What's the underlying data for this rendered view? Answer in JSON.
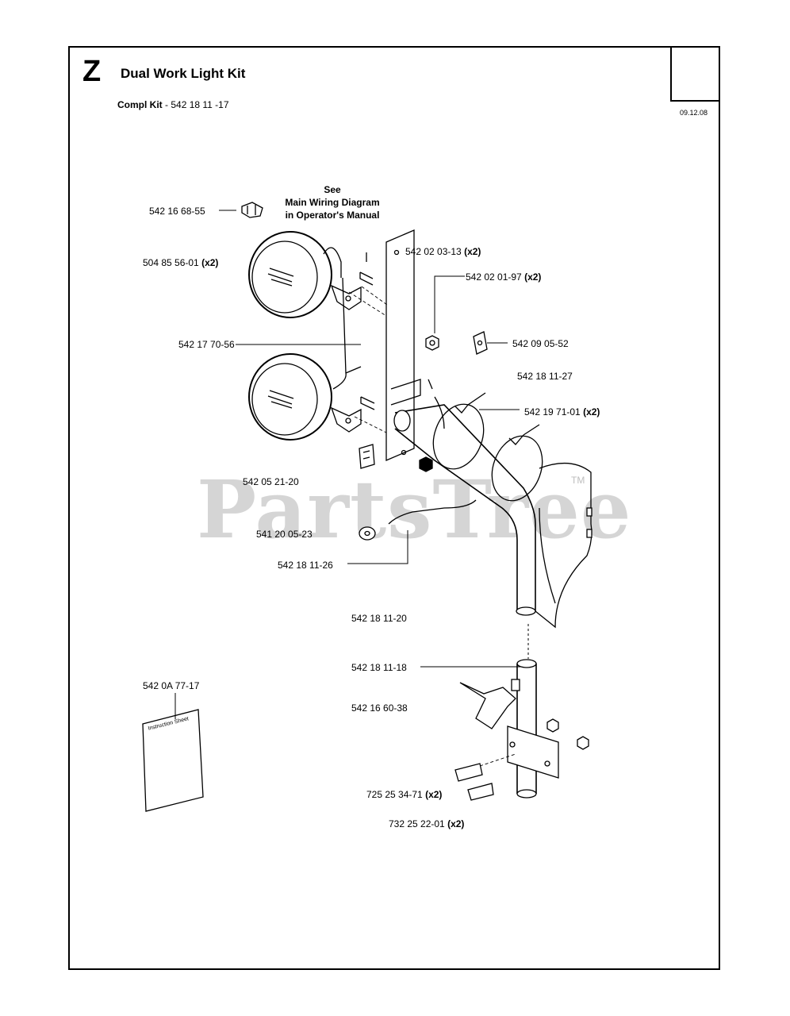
{
  "header": {
    "section_letter": "Z",
    "title": "Dual Work Light Kit",
    "compl_kit_label": "Compl Kit",
    "compl_kit_number": "- 542 18 11 -17",
    "date": "09.12.08"
  },
  "note": {
    "line1": "See",
    "line2": "Main Wiring Diagram",
    "line3": "in Operator's Manual"
  },
  "parts": [
    {
      "number": "542 16 68-55",
      "qty": ""
    },
    {
      "number": "504 85 56-01",
      "qty": "(x2)"
    },
    {
      "number": "542 02 03-13",
      "qty": "(x2)"
    },
    {
      "number": "542 02 01-97",
      "qty": "(x2)"
    },
    {
      "number": "542 17 70-56",
      "qty": ""
    },
    {
      "number": "542 09 05-52",
      "qty": ""
    },
    {
      "number": "542 18 11-27",
      "qty": ""
    },
    {
      "number": "542 19 71-01",
      "qty": "(x2)"
    },
    {
      "number": "542 05 21-20",
      "qty": ""
    },
    {
      "number": "541 20 05-23",
      "qty": ""
    },
    {
      "number": "542 18 11-26",
      "qty": ""
    },
    {
      "number": "542 18 11-20",
      "qty": ""
    },
    {
      "number": "542 18 11-18",
      "qty": ""
    },
    {
      "number": "542 16 60-38",
      "qty": ""
    },
    {
      "number": "542 0A 77-17",
      "qty": ""
    },
    {
      "number": "725 25 34-71",
      "qty": "(x2)"
    },
    {
      "number": "732 25 22-01",
      "qty": "(x2)"
    }
  ],
  "instruction_sheet_text": "Instruction Sheet",
  "watermark": {
    "text": "PartsTree",
    "tm": "TM"
  }
}
